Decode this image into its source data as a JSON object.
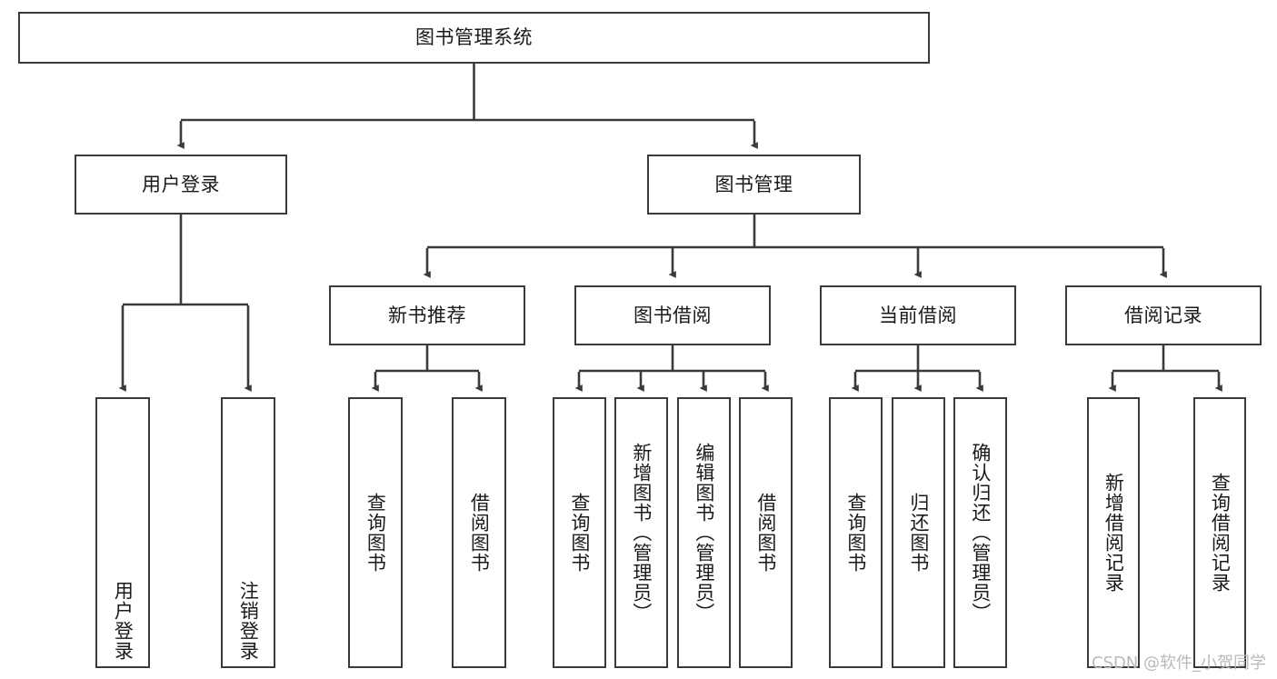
{
  "diagram": {
    "title": "图书管理系统",
    "watermark": "CSDN @软件_小贺同学",
    "line_color": "#3a3a3a",
    "text_color": "#1a1a1a",
    "background": "#ffffff",
    "nodes": {
      "root": "图书管理系统",
      "user_login": "用户登录",
      "book_manage": "图书管理",
      "new_book_rec": "新书推荐",
      "book_borrow": "图书借阅",
      "current_borrow": "当前借阅",
      "borrow_record": "借阅记录",
      "login_user": "用户登录",
      "logout_user": "注销登录",
      "rec_query_book": "查询图书",
      "rec_borrow_book": "借阅图书",
      "borrow_query_book": "查询图书",
      "borrow_add_book": "新增图书（管理员）",
      "borrow_edit_book": "编辑图书（管理员）",
      "borrow_borrow_book": "借阅图书",
      "cur_query_book": "查询图书",
      "cur_return_book": "归还图书",
      "cur_confirm_return": "确认归还（管理员）",
      "rec_add_record": "新增借阅记录",
      "rec_query_record": "查询借阅记录"
    }
  }
}
